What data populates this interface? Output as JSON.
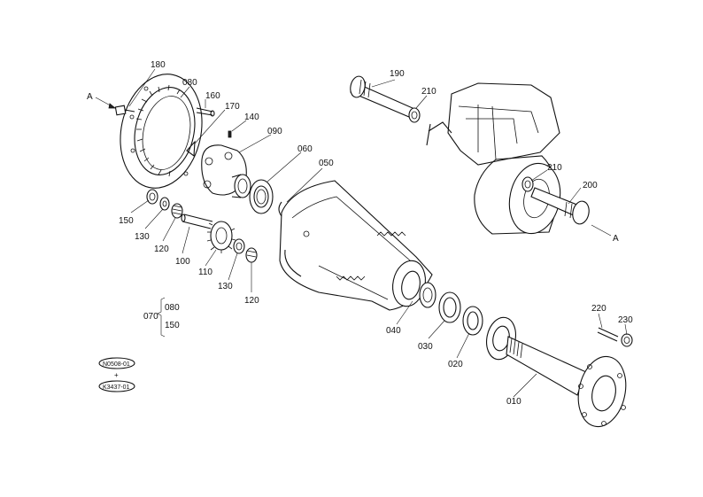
{
  "callouts": [
    {
      "id": "c180",
      "text": "180"
    },
    {
      "id": "c080a",
      "text": "080"
    },
    {
      "id": "c160",
      "text": "160"
    },
    {
      "id": "c170",
      "text": "170"
    },
    {
      "id": "c140",
      "text": "140"
    },
    {
      "id": "c090",
      "text": "090"
    },
    {
      "id": "c060",
      "text": "060"
    },
    {
      "id": "c050",
      "text": "050"
    },
    {
      "id": "c150a",
      "text": "150"
    },
    {
      "id": "c130a",
      "text": "130"
    },
    {
      "id": "c120a",
      "text": "120"
    },
    {
      "id": "c100",
      "text": "100"
    },
    {
      "id": "c110",
      "text": "110"
    },
    {
      "id": "c130b",
      "text": "130"
    },
    {
      "id": "c120b",
      "text": "120"
    },
    {
      "id": "c190",
      "text": "190"
    },
    {
      "id": "c210a",
      "text": "210"
    },
    {
      "id": "c210b",
      "text": "210"
    },
    {
      "id": "c200",
      "text": "200"
    },
    {
      "id": "c040",
      "text": "040"
    },
    {
      "id": "c030",
      "text": "030"
    },
    {
      "id": "c020",
      "text": "020"
    },
    {
      "id": "c010",
      "text": "010"
    },
    {
      "id": "c220",
      "text": "220"
    },
    {
      "id": "c230",
      "text": "230"
    },
    {
      "id": "c070",
      "text": "070"
    },
    {
      "id": "c080b",
      "text": "080"
    },
    {
      "id": "c150b",
      "text": "150"
    }
  ],
  "markers": {
    "left": "A",
    "right": "A"
  },
  "serials": {
    "upper": "N0508-01",
    "lower": "K3437-01",
    "separator": "+"
  }
}
